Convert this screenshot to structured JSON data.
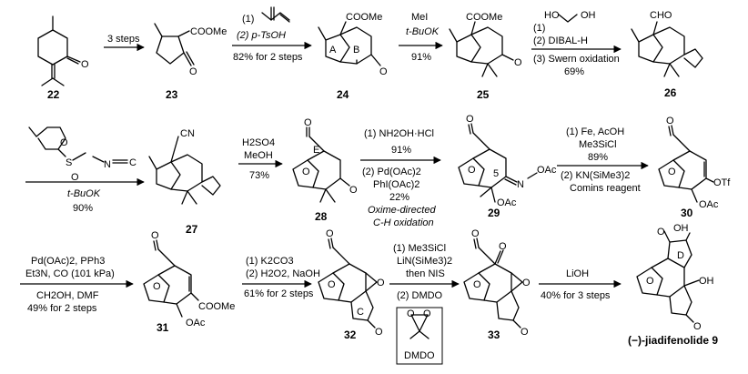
{
  "compounds": {
    "c22": "22",
    "c23": "23",
    "c24": "24",
    "c25": "25",
    "c26": "26",
    "c27": "27",
    "c28": "28",
    "c29": "29",
    "c30": "30",
    "c31": "31",
    "c32": "32",
    "c33": "33",
    "c9": "(−)-jiadifenolide 9"
  },
  "steps": {
    "s1": {
      "above": "3 steps"
    },
    "s2": {
      "above1": "(1)",
      "above2": "(2) p-TsOH",
      "below": "82% for 2 steps"
    },
    "s3": {
      "above1": "MeI",
      "above2": "t-BuOK",
      "below": "91%"
    },
    "s4": {
      "above1": "(1)",
      "above2": "(2) DIBAL-H",
      "below1": "(3) Swern oxidation",
      "below2": "69%"
    },
    "s5": {
      "below1": "t-BuOK",
      "below2": "90%"
    },
    "s6": {
      "above1": "H2SO4",
      "above2": "MeOH",
      "below": "73%"
    },
    "s7": {
      "above1": "(1) NH2OH·HCl",
      "above2": "91%",
      "below1": "(2) Pd(OAc)2",
      "below2": "PhI(OAc)2",
      "below3": "22%",
      "below4": "Oxime-directed",
      "below5": "C-H oxidation"
    },
    "s8": {
      "above1": "(1) Fe, AcOH",
      "above2": "Me3SiCl",
      "above3": "89%",
      "below1": "(2) KN(SiMe3)2",
      "below2": "Comins reagent"
    },
    "s9": {
      "above1": "Pd(OAc)2, PPh3",
      "above2": "Et3N, CO (101 kPa)",
      "below1": "CH2OH, DMF",
      "below2": "49% for 2 steps"
    },
    "s10": {
      "above1": "(1) K2CO3",
      "above2": "(2) H2O2, NaOH",
      "below": "61% for 2 steps"
    },
    "s11": {
      "above1": "(1) Me3SiCl",
      "above2": "LiN(SiMe3)2",
      "above3": "then NIS",
      "below": "(2) DMDO"
    },
    "s12": {
      "above": "LiOH",
      "below": "40% for 3 steps"
    }
  },
  "atom_labels": {
    "oxygen": "O",
    "coome": "COOMe",
    "cho": "CHO",
    "cn": "CN",
    "n": "N",
    "s": "S",
    "otf": "OTf",
    "oac": "OAc",
    "oh": "OH",
    "ho": "HO",
    "ring_a": "A",
    "ring_b": "B",
    "ring_c": "C",
    "ring_d": "D",
    "ring_e": "E",
    "locant5": "5",
    "dmdo_box": "DMDO",
    "isocyanide_c": "C"
  }
}
